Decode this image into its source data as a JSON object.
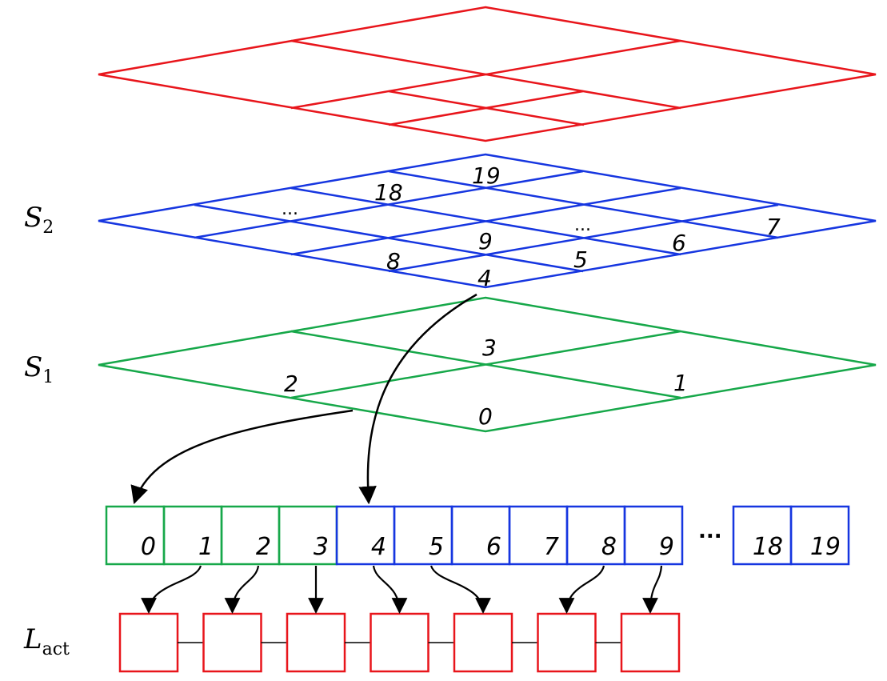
{
  "colors": {
    "top_level": "#e8151b",
    "level_2": "#1636e0",
    "level_1": "#17a84a",
    "active_list": "#e8151b",
    "arrow": "#000000"
  },
  "labels": {
    "s2": "S",
    "s2_sub": "2",
    "s1": "S",
    "s1_sub": "1",
    "lact": "L",
    "lact_sub": "act"
  },
  "level2_cells": {
    "c19": "19",
    "c18": "18",
    "c9": "9",
    "c8": "8",
    "c7": "7",
    "c6": "6",
    "c5": "5",
    "c4": "4",
    "ellipsis_left": "...",
    "ellipsis_right": "..."
  },
  "level1_cells": {
    "c3": "3",
    "c2": "2",
    "c1": "1",
    "c0": "0"
  },
  "array": {
    "cells": [
      "0",
      "1",
      "2",
      "3",
      "4",
      "5",
      "6",
      "7",
      "8",
      "9"
    ],
    "cell_levels": [
      "level_1",
      "level_1",
      "level_1",
      "level_1",
      "level_2",
      "level_2",
      "level_2",
      "level_2",
      "level_2",
      "level_2"
    ],
    "gap_ellipsis": "...",
    "tail_cells": [
      "18",
      "19"
    ]
  },
  "active_list": {
    "node_count": 7
  }
}
